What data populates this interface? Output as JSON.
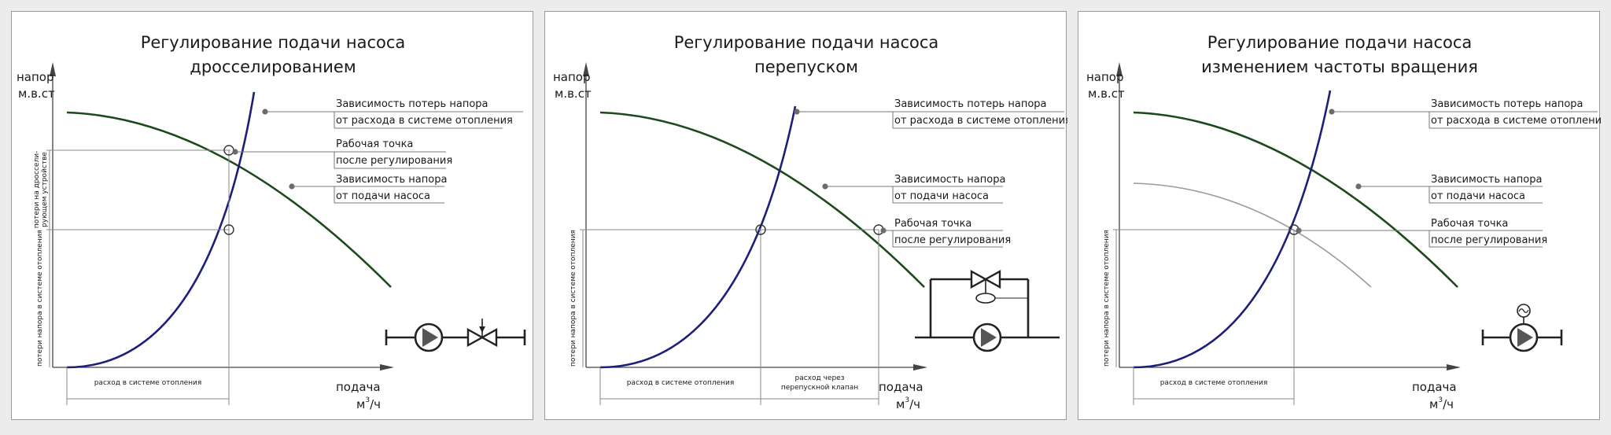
{
  "panels": [
    {
      "title_line1": "Регулирование подачи насоса",
      "title_line2": "дросселированием",
      "y_axis_line1": "напор",
      "y_axis_line2": "м.в.ст",
      "x_axis_line1": "подача",
      "x_axis_unit_prefix": "м",
      "x_axis_unit_exp": "3",
      "x_axis_unit_suffix": "/ч",
      "labels": [
        {
          "line1": "Зависимость потерь напора",
          "line2": "от расхода в системе отопления"
        },
        {
          "line1": "Рабочая точка",
          "line2": "после регулирования"
        },
        {
          "line1": "Зависимость напора",
          "line2": "от подачи насоса"
        }
      ],
      "vertical_note_top": "потери на дроссели-",
      "vertical_note_top2": "рующем устройстве",
      "vertical_note_bottom": "потери напора в системе отопления",
      "flow_note": "расход в системе отопления",
      "scheme_icon": "pump-with-throttle-valve"
    },
    {
      "title_line1": "Регулирование подачи насоса",
      "title_line2": "перепуском",
      "y_axis_line1": "напор",
      "y_axis_line2": "м.в.ст",
      "x_axis_line1": "подача",
      "x_axis_unit_prefix": "м",
      "x_axis_unit_exp": "3",
      "x_axis_unit_suffix": "/ч",
      "labels": [
        {
          "line1": "Зависимость потерь напора",
          "line2": "от расхода в системе отопления"
        },
        {
          "line1": "Зависимость напора",
          "line2": "от подачи насоса"
        },
        {
          "line1": "Рабочая точка",
          "line2": "после регулирования"
        }
      ],
      "vertical_note_bottom": "потери напора в системе отопления",
      "flow_note": "расход в системе отопления",
      "flow_note2_line1": "расход через",
      "flow_note2_line2": "перепускной клапан",
      "scheme_icon": "pump-with-bypass-valve"
    },
    {
      "title_line1": "Регулирование подачи насоса",
      "title_line2": "изменением частоты вращения",
      "y_axis_line1": "напор",
      "y_axis_line2": "м.в.ст",
      "x_axis_line1": "подача",
      "x_axis_unit_prefix": "м",
      "x_axis_unit_exp": "3",
      "x_axis_unit_suffix": "/ч",
      "labels": [
        {
          "line1": "Зависимость потерь напора",
          "line2": "от расхода в системе отопления"
        },
        {
          "line1": "Зависимость напора",
          "line2": "от подачи насоса"
        },
        {
          "line1": "Рабочая точка",
          "line2": "после регулирования"
        }
      ],
      "vertical_note_bottom": "потери напора в системе отопления",
      "flow_note": "расход в системе отопления",
      "scheme_icon": "pump-with-frequency-drive"
    }
  ],
  "colors": {
    "system_curve": "#1c1f7a",
    "pump_curve": "#1d4a1d",
    "reduced_pump_curve": "#9a9a9a",
    "guides": "#888888"
  }
}
